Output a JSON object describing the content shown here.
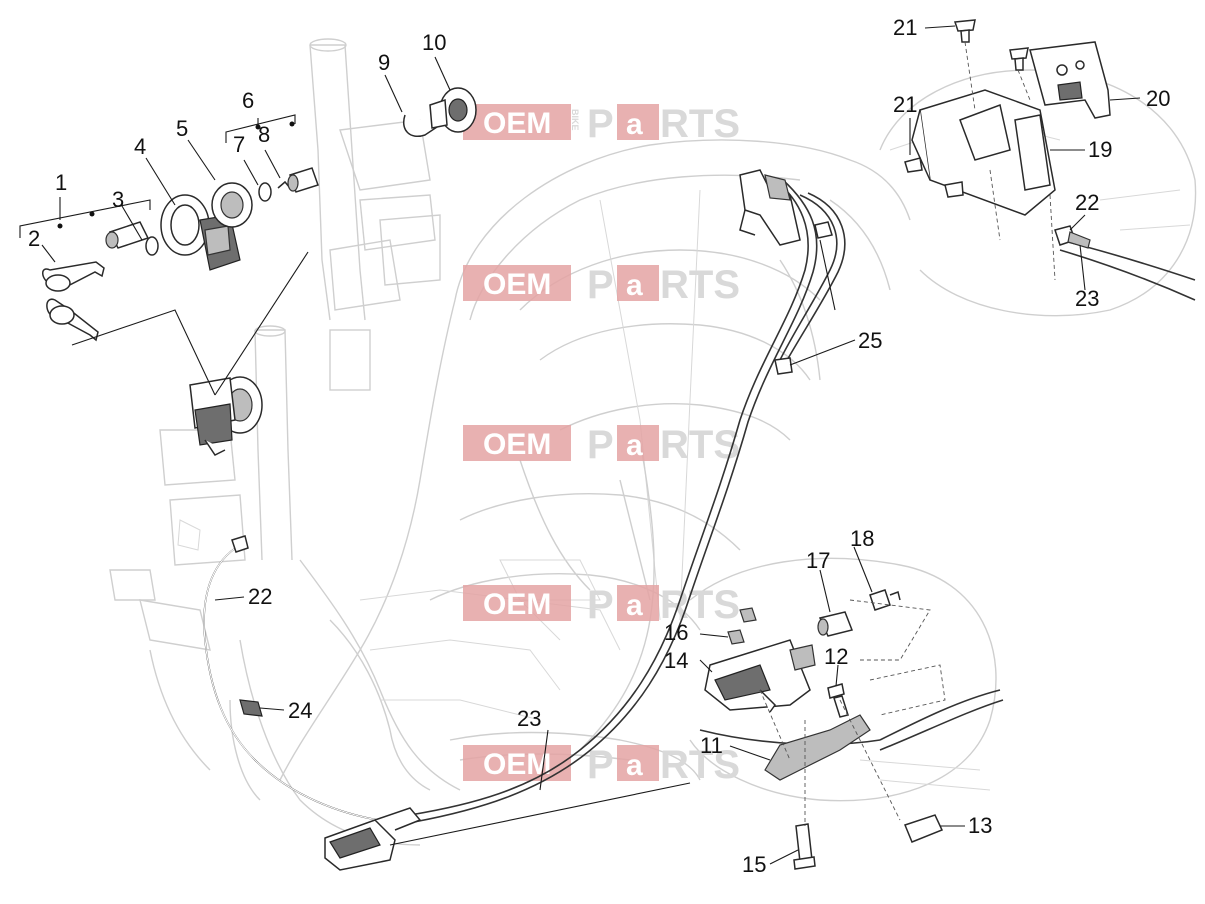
{
  "watermark": {
    "word_oem": "OEM",
    "word_bike": "BIKE",
    "word_p": "P",
    "word_a": "a",
    "word_rts": "RTS"
  },
  "callouts": {
    "c1": "1",
    "c2": "2",
    "c3": "3",
    "c4": "4",
    "c5": "5",
    "c6": "6",
    "c7": "7",
    "c8": "8",
    "c9": "9",
    "c10": "10",
    "c11": "11",
    "c12": "12",
    "c13": "13",
    "c14": "14",
    "c15": "15",
    "c16": "16",
    "c17": "17",
    "c18": "18",
    "c19": "19",
    "c20": "20",
    "c21a": "21",
    "c21b": "21",
    "c22a": "22",
    "c22b": "22",
    "c23a": "23",
    "c23b": "23",
    "c24": "24",
    "c25": "25"
  },
  "colors": {
    "watermark_accent": "#e4a3a3",
    "frame_ghost": "#cfcfcf",
    "part_outline": "#2a2a2a"
  }
}
